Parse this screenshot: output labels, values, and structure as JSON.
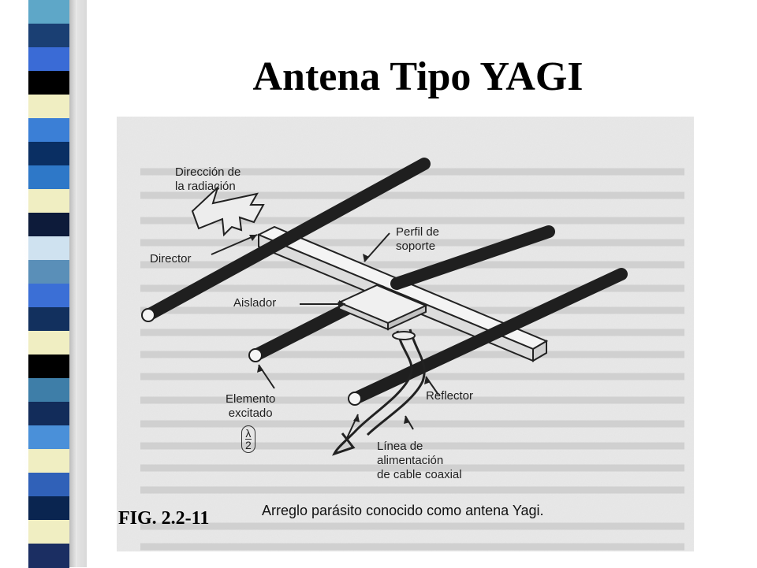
{
  "title": "Antena Tipo YAGI",
  "figure_label": "FIG. 2.2-11",
  "caption": "Arreglo parásito conocido como antena Yagi.",
  "diagram": {
    "labels": {
      "radiation_direction": [
        "Dirección de",
        "la radiación"
      ],
      "director": "Director",
      "support_profile": [
        "Perfil de",
        "soporte"
      ],
      "insulator": "Aislador",
      "driven_element": [
        "Elemento",
        "excitado"
      ],
      "reflector": "Reflector",
      "half_wave": [
        "λ",
        "2"
      ],
      "feed_line": [
        "Línea de",
        "alimentación",
        "de cable coaxial"
      ]
    }
  },
  "colors": {
    "band": [
      "#5ea7c8",
      "#1a3f73",
      "#3a6bd6",
      "#000000",
      "#f0eec2",
      "#3b7fd6",
      "#0a2f63",
      "#2e78c8",
      "#f0eec2",
      "#0d1b3a",
      "#cfe2f0",
      "#5a8fb8",
      "#3b6fd6",
      "#12305e",
      "#f0eec2",
      "#000000",
      "#3e7ea8",
      "#122c5a",
      "#4a90d9",
      "#f0eec2",
      "#3061b8",
      "#0a2550",
      "#f0eec2",
      "#1b2e62"
    ],
    "accent_dark": "#1f1f1f",
    "page_bg": "#e6e6e6"
  }
}
